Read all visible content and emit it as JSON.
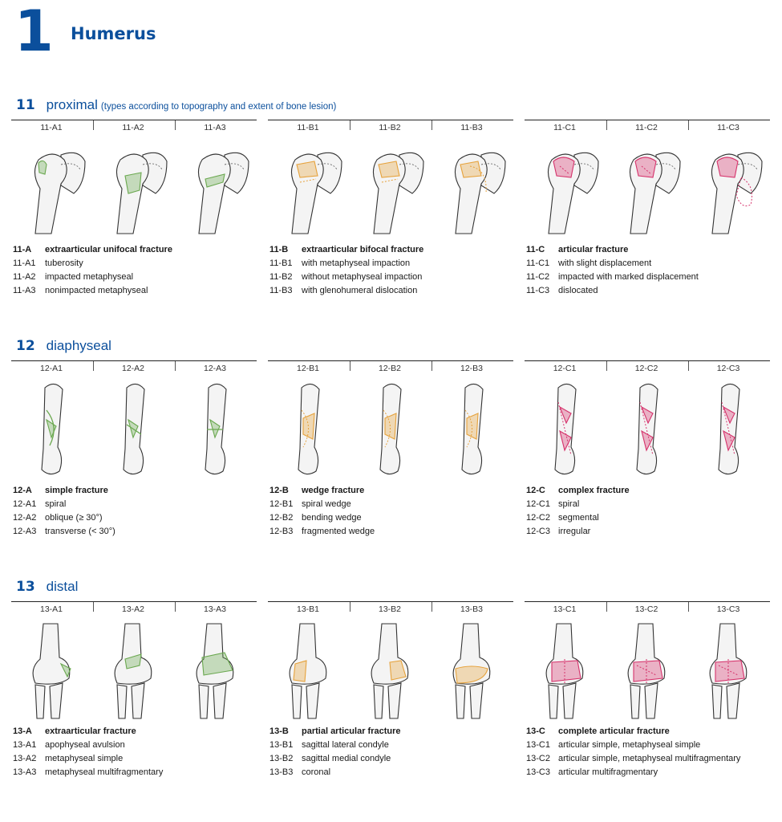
{
  "page": {
    "number": "1",
    "title": "Humerus"
  },
  "sections": [
    {
      "num": "11",
      "name": "proximal",
      "sub": "(types according to topography and extent of bone lesion)",
      "region": "proximal",
      "groups": [
        {
          "cells": [
            "11-A1",
            "11-A2",
            "11-A3"
          ],
          "head_code": "11-A",
          "head_desc": "extraarticular unifocal fracture",
          "rows": [
            {
              "code": "11-A1",
              "desc": "tuberosity"
            },
            {
              "code": "11-A2",
              "desc": "impacted metaphyseal"
            },
            {
              "code": "11-A3",
              "desc": "nonimpacted metaphyseal"
            }
          ]
        },
        {
          "cells": [
            "11-B1",
            "11-B2",
            "11-B3"
          ],
          "head_code": "11-B",
          "head_desc": "extraarticular bifocal fracture",
          "rows": [
            {
              "code": "11-B1",
              "desc": "with metaphyseal impaction"
            },
            {
              "code": "11-B2",
              "desc": "without metaphyseal impaction"
            },
            {
              "code": "11-B3",
              "desc": "with glenohumeral dislocation"
            }
          ]
        },
        {
          "cells": [
            "11-C1",
            "11-C2",
            "11-C3"
          ],
          "head_code": "11-C",
          "head_desc": "articular fracture",
          "rows": [
            {
              "code": "11-C1",
              "desc": "with slight displacement"
            },
            {
              "code": "11-C2",
              "desc": "impacted with marked displacement"
            },
            {
              "code": "11-C3",
              "desc": "dislocated"
            }
          ]
        }
      ]
    },
    {
      "num": "12",
      "name": "diaphyseal",
      "sub": "",
      "region": "diaphyseal",
      "groups": [
        {
          "cells": [
            "12-A1",
            "12-A2",
            "12-A3"
          ],
          "head_code": "12-A",
          "head_desc": "simple fracture",
          "rows": [
            {
              "code": "12-A1",
              "desc": "spiral"
            },
            {
              "code": "12-A2",
              "desc": "oblique (≥ 30°)"
            },
            {
              "code": "12-A3",
              "desc": "transverse (< 30°)"
            }
          ]
        },
        {
          "cells": [
            "12-B1",
            "12-B2",
            "12-B3"
          ],
          "head_code": "12-B",
          "head_desc": "wedge fracture",
          "rows": [
            {
              "code": "12-B1",
              "desc": "spiral wedge"
            },
            {
              "code": "12-B2",
              "desc": "bending wedge"
            },
            {
              "code": "12-B3",
              "desc": "fragmented wedge"
            }
          ]
        },
        {
          "cells": [
            "12-C1",
            "12-C2",
            "12-C3"
          ],
          "head_code": "12-C",
          "head_desc": "complex fracture",
          "rows": [
            {
              "code": "12-C1",
              "desc": "spiral"
            },
            {
              "code": "12-C2",
              "desc": "segmental"
            },
            {
              "code": "12-C3",
              "desc": "irregular"
            }
          ]
        }
      ]
    },
    {
      "num": "13",
      "name": "distal",
      "sub": "",
      "region": "distal",
      "groups": [
        {
          "cells": [
            "13-A1",
            "13-A2",
            "13-A3"
          ],
          "head_code": "13-A",
          "head_desc": "extraarticular fracture",
          "rows": [
            {
              "code": "13-A1",
              "desc": "apophyseal avulsion"
            },
            {
              "code": "13-A2",
              "desc": "metaphyseal simple"
            },
            {
              "code": "13-A3",
              "desc": "metaphyseal multifragmentary"
            }
          ]
        },
        {
          "cells": [
            "13-B1",
            "13-B2",
            "13-B3"
          ],
          "head_code": "13-B",
          "head_desc": "partial articular fracture",
          "rows": [
            {
              "code": "13-B1",
              "desc": "sagittal lateral condyle"
            },
            {
              "code": "13-B2",
              "desc": "sagittal medial condyle"
            },
            {
              "code": "13-B3",
              "desc": "coronal"
            }
          ]
        },
        {
          "cells": [
            "13-C1",
            "13-C2",
            "13-C3"
          ],
          "head_code": "13-C",
          "head_desc": "complete articular fracture",
          "rows": [
            {
              "code": "13-C1",
              "desc": "articular simple, metaphyseal simple"
            },
            {
              "code": "13-C2",
              "desc": "articular simple, metaphyseal multifragmentary"
            },
            {
              "code": "13-C3",
              "desc": "articular multifragmentary"
            }
          ]
        }
      ]
    }
  ],
  "colors": {
    "title_blue": "#0b4f9c",
    "group_A": "#6aa84f",
    "group_B": "#e6a23c",
    "group_C": "#d6336c",
    "bone_fill": "#f4f4f4",
    "bone_stroke": "#333333"
  }
}
